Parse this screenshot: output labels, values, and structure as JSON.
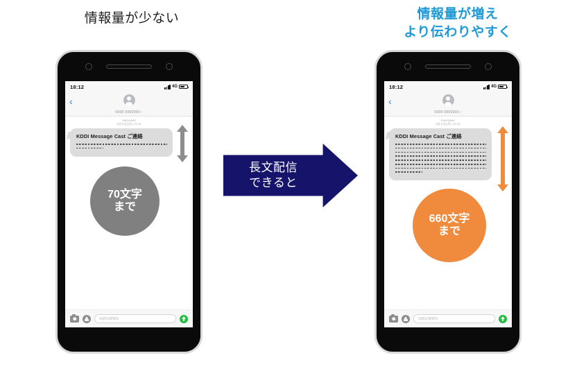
{
  "headings": {
    "left": "情報量が少ない",
    "right": "情報量が増え\nより伝わりやすく"
  },
  "arrow_callout": {
    "label": "長文配信\nできると",
    "color": "#16146a"
  },
  "phone_left": {
    "status": {
      "time": "18:12",
      "network": "4G",
      "signal_icon": "signal-bars-icon",
      "battery_icon": "battery-icon"
    },
    "nav": {
      "back_icon": "chevron-left-icon",
      "avatar_icon": "contact-avatar-icon",
      "phone_number": "0000 0000000 ›"
    },
    "message": {
      "meta_line1": "SMS/MMS",
      "meta_line2": "8月10日(月) 15:59",
      "title": "KDDI Message Cast ご連絡",
      "body_line_count": 2,
      "short_last_line": true
    },
    "length_arrow": {
      "icon": "vertical-double-arrow-icon",
      "color": "#8d8d8d"
    },
    "badge": {
      "line1": "70文字",
      "line2": "まで",
      "color": "#808080"
    },
    "compose": {
      "camera_icon": "camera-icon",
      "store_icon": "app-store-icon",
      "placeholder": "SMS/MMS",
      "send_icon": "send-arrow-icon",
      "send_color": "#21bf3f"
    }
  },
  "phone_right": {
    "status": {
      "time": "18:12",
      "network": "4G",
      "signal_icon": "signal-bars-icon",
      "battery_icon": "battery-icon"
    },
    "nav": {
      "back_icon": "chevron-left-icon",
      "avatar_icon": "contact-avatar-icon",
      "phone_number": "0000 0000000 ›"
    },
    "message": {
      "meta_line1": "SMS/MMS",
      "meta_line2": "8月10日(月) 15:59",
      "title": "KDDI Message Cast ご連絡",
      "body_line_count": 8,
      "short_last_line": true
    },
    "length_arrow": {
      "icon": "vertical-double-arrow-icon",
      "color": "#f08a3c"
    },
    "badge": {
      "line1": "660文字",
      "line2": "まで",
      "color": "#f08a3c"
    },
    "compose": {
      "camera_icon": "camera-icon",
      "store_icon": "app-store-icon",
      "placeholder": "SMS/MMS",
      "send_icon": "send-arrow-icon",
      "send_color": "#21bf3f"
    }
  }
}
